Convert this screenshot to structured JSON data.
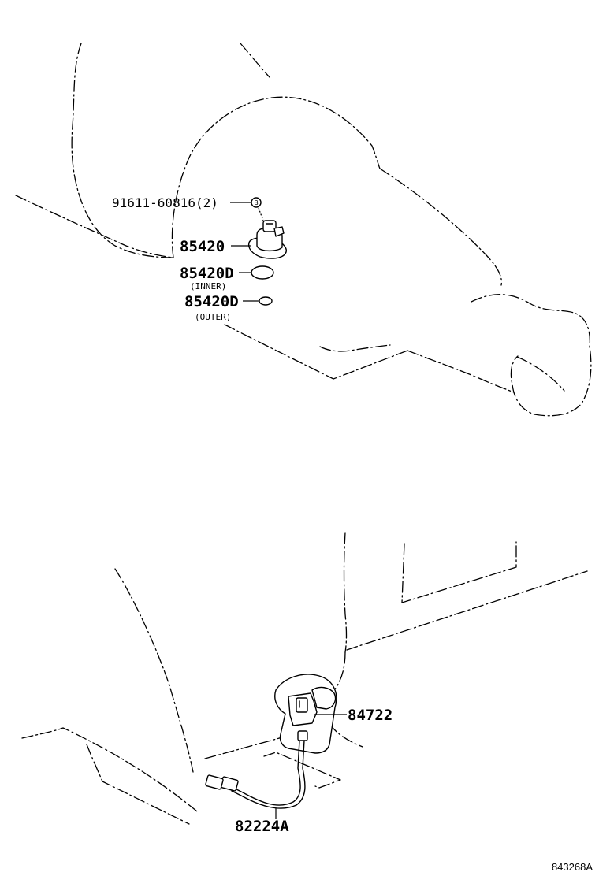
{
  "callouts": {
    "bolt_part": "91611-60816(2)",
    "bolt_symbol": "B",
    "speed_sensor": "85420",
    "oring_inner": "85420D",
    "oring_inner_note": "(INNER)",
    "oring_outer": "85420D",
    "oring_outer_note": "(OUTER)",
    "connector": "84722",
    "wire_harness": "82224A"
  },
  "figure_id": "843268A"
}
